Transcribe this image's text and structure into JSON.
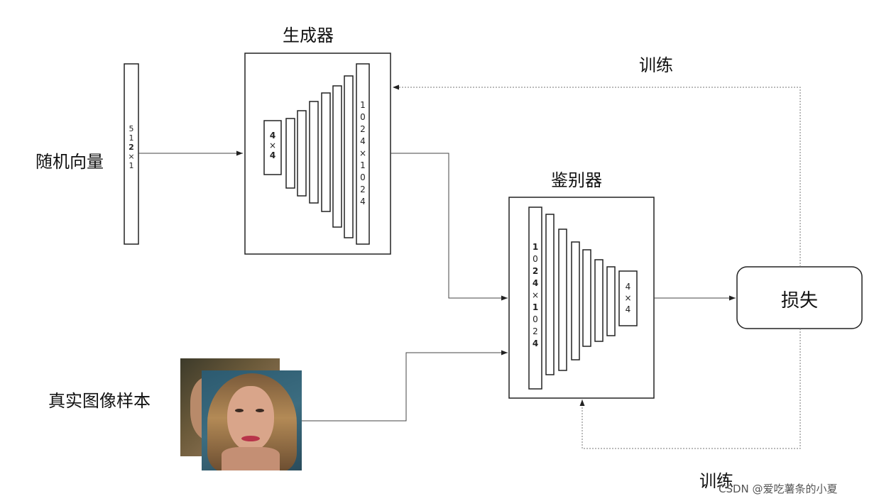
{
  "labels": {
    "generator": "生成器",
    "discriminator": "鉴别器",
    "random_vector": "随机向量",
    "real_samples": "真实图像样本",
    "loss": "损失",
    "train_top": "训练",
    "train_bottom": "训练"
  },
  "vector_text": [
    "5",
    "1",
    "2",
    "×",
    "1"
  ],
  "gen_input_text": [
    "4",
    "×",
    "4"
  ],
  "gen_output_text": [
    "1",
    "0",
    "2",
    "4",
    "×",
    "1",
    "0",
    "2",
    "4"
  ],
  "disc_input_text": [
    "1",
    "0",
    "2",
    "4",
    "×",
    "1",
    "0",
    "2",
    "4"
  ],
  "disc_output_text": [
    "4",
    "×",
    "4"
  ],
  "watermark": "CSDN @爱吃薯条的小夏"
}
